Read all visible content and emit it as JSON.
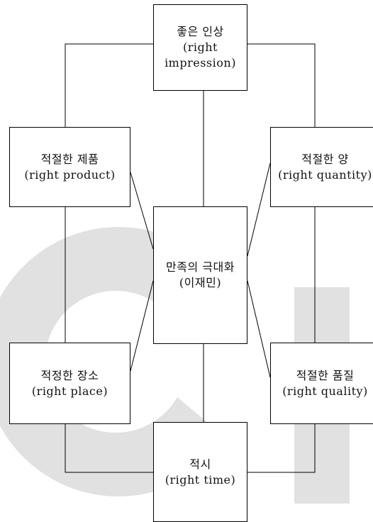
{
  "nodes": {
    "top": {
      "line1": "좋은 인상",
      "line2": "(right",
      "line3": "impression)"
    },
    "left1": {
      "line1": "적절한 제품",
      "line2": "(right product)"
    },
    "right1": {
      "line1": "적절한 양",
      "line2": "(right quantity)"
    },
    "center": {
      "line1": "만족의 극대화",
      "line2": "(이재민)"
    },
    "left2": {
      "line1": "적정한 장소",
      "line2": "(right place)"
    },
    "right2": {
      "line1": "적절한 품질",
      "line2": "(right quality)"
    },
    "bottom": {
      "line1": "적시",
      "line2": "(right time)"
    }
  },
  "colors": {
    "line": "#000000",
    "watermark": "#d9d9d9"
  }
}
